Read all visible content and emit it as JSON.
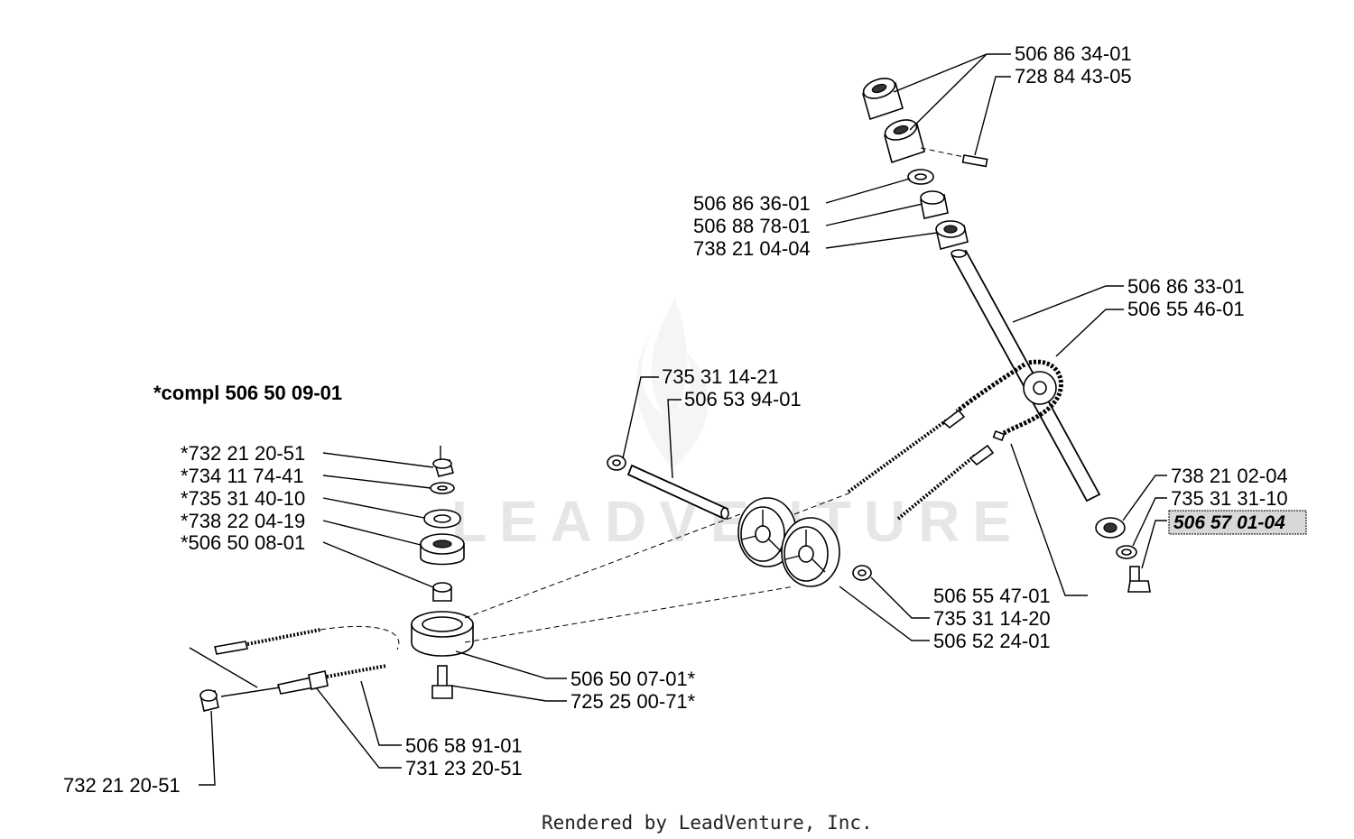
{
  "diagram": {
    "watermark": "LEADVENTURE",
    "compl_label": "*compl 506 50 09-01",
    "footer": "Rendered by LeadVenture, Inc.",
    "highlighted_part": "506 57 01-04",
    "labels": {
      "p1": "506 86 34-01",
      "p2": "728 84 43-05",
      "p3": "506 86 36-01",
      "p4": "506 88 78-01",
      "p5": "738 21 04-04",
      "p6": "506 86 33-01",
      "p7": "506 55 46-01",
      "p8": "735 31 14-21",
      "p9": "506 53 94-01",
      "p10": "738 21 02-04",
      "p11": "735 31 31-10",
      "p13": "506 55 47-01",
      "p14": "735 31 14-20",
      "p15": "506 52 24-01",
      "p16": "*732 21 20-51",
      "p17": "*734 11 74-41",
      "p18": "*735 31 40-10",
      "p19": "*738 22 04-19",
      "p20": "*506 50 08-01",
      "p21": "506 50 07-01*",
      "p22": "725 25 00-71*",
      "p23": "506 58 91-01",
      "p24": "731 23 20-51",
      "p25": "732 21 20-51"
    }
  }
}
